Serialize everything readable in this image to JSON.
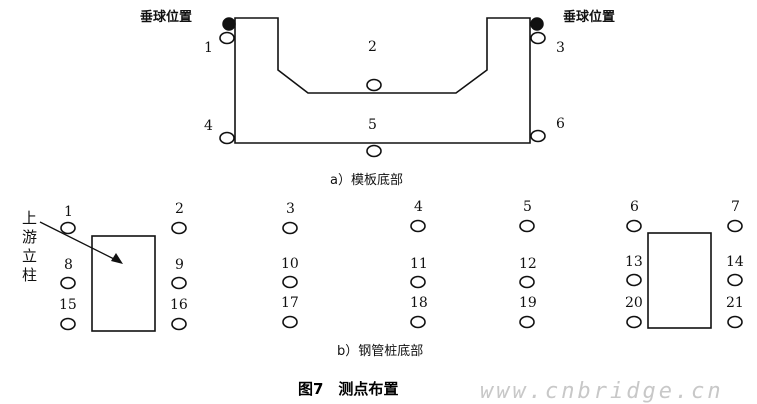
{
  "top_panel": {
    "plumb_label_left": "垂球位置",
    "plumb_label_right": "垂球位置",
    "point_labels": [
      "1",
      "2",
      "3",
      "4",
      "5",
      "6"
    ],
    "caption": "a）模板底部"
  },
  "bottom_panel": {
    "side_label": [
      "上",
      "游",
      "立",
      "柱"
    ],
    "point_labels": [
      "1",
      "2",
      "3",
      "4",
      "5",
      "6",
      "7",
      "8",
      "9",
      "10",
      "11",
      "12",
      "13",
      "14",
      "15",
      "16",
      "17",
      "18",
      "19",
      "20",
      "21"
    ],
    "caption": "b）钢管桩底部"
  },
  "figure_title": "图7　测点布置",
  "watermark": "www.cnbridge.cn"
}
